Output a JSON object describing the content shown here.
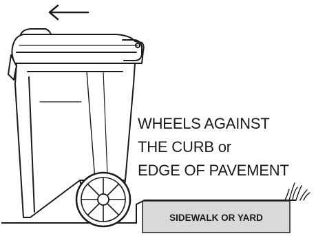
{
  "instruction": {
    "lines": [
      "WHEELS AGAINST",
      "THE CURB or",
      "EDGE OF PAVEMENT"
    ]
  },
  "sidewalk": {
    "label": "SIDEWALK OR YARD"
  },
  "icons": {
    "arrow": "left-arrow-icon",
    "bin": "trash-cart-icon",
    "wheel": "wheel-icon",
    "grass": "grass-icon"
  },
  "colors": {
    "line": "#1a1a1a",
    "sidewalk_fill": "#d9d9d9"
  }
}
